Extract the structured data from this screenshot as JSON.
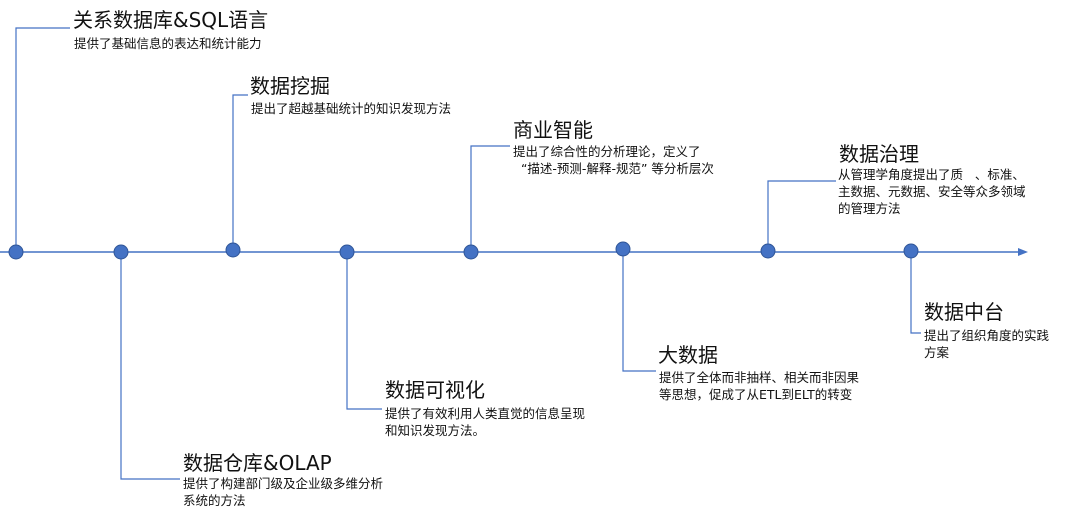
{
  "colors": {
    "line": "#4472c4",
    "dot": "#4472c4",
    "dot_stroke": "#2f5597",
    "text": "#111111"
  },
  "milestones": [
    {
      "title": "关系数据库&SQL语言",
      "description": "提供了基础信息的表达和统计能力"
    },
    {
      "title": "数据仓库&OLAP",
      "description": "提供了构建部门级及企业级多维分析\n系统的方法"
    },
    {
      "title": "数据挖掘",
      "description": "提出了超越基础统计的知识发现方法"
    },
    {
      "title": "数据可视化",
      "description": "提供了有效利用人类直觉的信息呈现\n和知识发现方法。"
    },
    {
      "title": "商业智能",
      "description": "提出了综合性的分析理论，定义了\n  “描述-预测-解释-规范” 等分析层次"
    },
    {
      "title": "大数据",
      "description": "提供了全体而非抽样、相关而非因果\n等思想，促成了从ETL到ELT的转变"
    },
    {
      "title": "数据治理",
      "description": "从管理学角度提出了质   、标准、\n主数据、元数据、安全等众多领域\n的管理方法"
    },
    {
      "title": "数据中台",
      "description": "提出了组织角度的实践\n方案"
    }
  ]
}
